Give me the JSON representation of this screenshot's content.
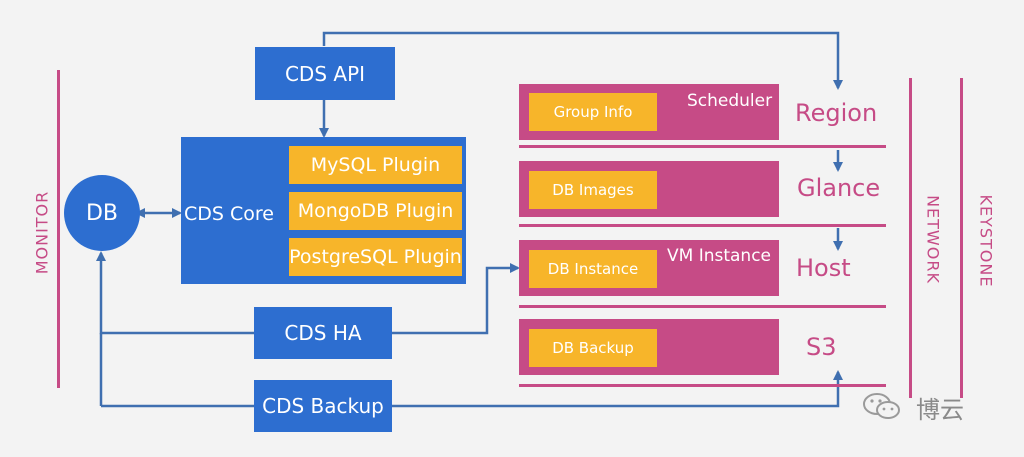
{
  "diagram": {
    "cds_api": "CDS API",
    "cds_core": "CDS Core",
    "db": "DB",
    "plugins": [
      "MySQL Plugin",
      "MongoDB Plugin",
      "PostgreSQL Plugin"
    ],
    "cds_ha": "CDS HA",
    "cds_backup": "CDS Backup",
    "left_label": "MONITOR",
    "right_labels": [
      "NETWORK",
      "KEYSTONE"
    ],
    "rows": [
      {
        "inner": "Group Info",
        "tag": "Scheduler",
        "service": "Region"
      },
      {
        "inner": "DB Images",
        "tag": "",
        "service": "Glance"
      },
      {
        "inner": "DB Instance",
        "tag": "VM Instance",
        "service": "Host"
      },
      {
        "inner": "DB Backup",
        "tag": "",
        "service": "S3"
      }
    ],
    "watermark": "博云",
    "colors": {
      "blue": "#2d6ed0",
      "orange": "#f7b52a",
      "pink": "#c64b86",
      "arrow": "#3f6fb0"
    }
  }
}
